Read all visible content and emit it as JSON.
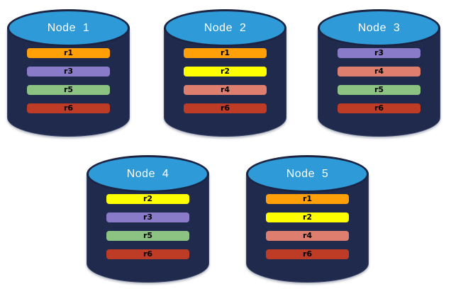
{
  "colors": {
    "background": "#FFFFFF",
    "cylinder_body": "#1F2A4D",
    "cylinder_top": "#2E9AD8",
    "cylinder_outline": "#1B2543",
    "node_label_text": "#FFFFFF",
    "replica_label_text": "#000000",
    "replica_colors": {
      "r1": "#FFA008",
      "r2": "#FDFF00",
      "r3": "#8A7BC8",
      "r4": "#DD7E6E",
      "r5": "#8CC383",
      "r6": "#BE3B26"
    }
  },
  "nodes": [
    {
      "label": "Node  1",
      "replicas": [
        {
          "id": "r1",
          "color": "#FFA008"
        },
        {
          "id": "r3",
          "color": "#8A7BC8"
        },
        {
          "id": "r5",
          "color": "#8CC383"
        },
        {
          "id": "r6",
          "color": "#BE3B26"
        }
      ]
    },
    {
      "label": "Node  2",
      "replicas": [
        {
          "id": "r1",
          "color": "#FFA008"
        },
        {
          "id": "r2",
          "color": "#FDFF00"
        },
        {
          "id": "r4",
          "color": "#DD7E6E"
        },
        {
          "id": "r6",
          "color": "#BE3B26"
        }
      ]
    },
    {
      "label": "Node  3",
      "replicas": [
        {
          "id": "r3",
          "color": "#8A7BC8"
        },
        {
          "id": "r4",
          "color": "#DD7E6E"
        },
        {
          "id": "r5",
          "color": "#8CC383"
        },
        {
          "id": "r6",
          "color": "#BE3B26"
        }
      ]
    },
    {
      "label": "Node  4",
      "replicas": [
        {
          "id": "r2",
          "color": "#FDFF00"
        },
        {
          "id": "r3",
          "color": "#8A7BC8"
        },
        {
          "id": "r5",
          "color": "#8CC383"
        },
        {
          "id": "r6",
          "color": "#BE3B26"
        }
      ]
    },
    {
      "label": "Node  5",
      "replicas": [
        {
          "id": "r1",
          "color": "#FFA008"
        },
        {
          "id": "r2",
          "color": "#FDFF00"
        },
        {
          "id": "r4",
          "color": "#DD7E6E"
        },
        {
          "id": "r6",
          "color": "#BE3B26"
        }
      ]
    }
  ]
}
